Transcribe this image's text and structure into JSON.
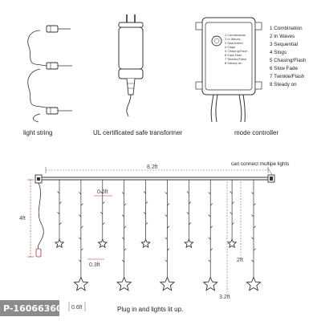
{
  "panel_captions": {
    "light_string": "light string",
    "transformer": "UL certificated safe transformer",
    "controller": "mode controller"
  },
  "modes": [
    "1 Combination",
    "2 In Waves",
    "3 Sequential",
    "4 Slogs",
    "5 Chasing/Flash",
    "6 Slow Fade",
    "7 Twinkle/Flash",
    "8 Steady on"
  ],
  "controller_modes": [
    "1 Combination",
    "2 In Waves",
    "3 Sequential",
    "4 Slogs",
    "5 Chasing/Flash",
    "6 Slow Fade",
    "7 Twinkle/Flash",
    "8 Steady on"
  ],
  "dimensions": {
    "width": "8.2ft",
    "drop_height": "4ft",
    "string_spacing": "0.6ft",
    "star_spacing": "0.3ft",
    "bottom_spacing": "0.6ft",
    "long_drop": "3.2ft",
    "short_drop": "2ft"
  },
  "notes": {
    "connect": "can connect multipe lights",
    "plug": "Plug in and lights lit up."
  },
  "watermark": "P-16066360",
  "strings": [
    {
      "length": 0.55,
      "star": "small"
    },
    {
      "length": 0.9,
      "star": "big"
    },
    {
      "length": 0.55,
      "star": "small"
    },
    {
      "length": 0.9,
      "star": "big"
    },
    {
      "length": 0.55,
      "star": "small"
    },
    {
      "length": 0.9,
      "star": "big"
    },
    {
      "length": 0.55,
      "star": "small"
    },
    {
      "length": 0.9,
      "star": "big"
    },
    {
      "length": 0.55,
      "star": "small"
    },
    {
      "length": 0.9,
      "star": "big"
    }
  ]
}
